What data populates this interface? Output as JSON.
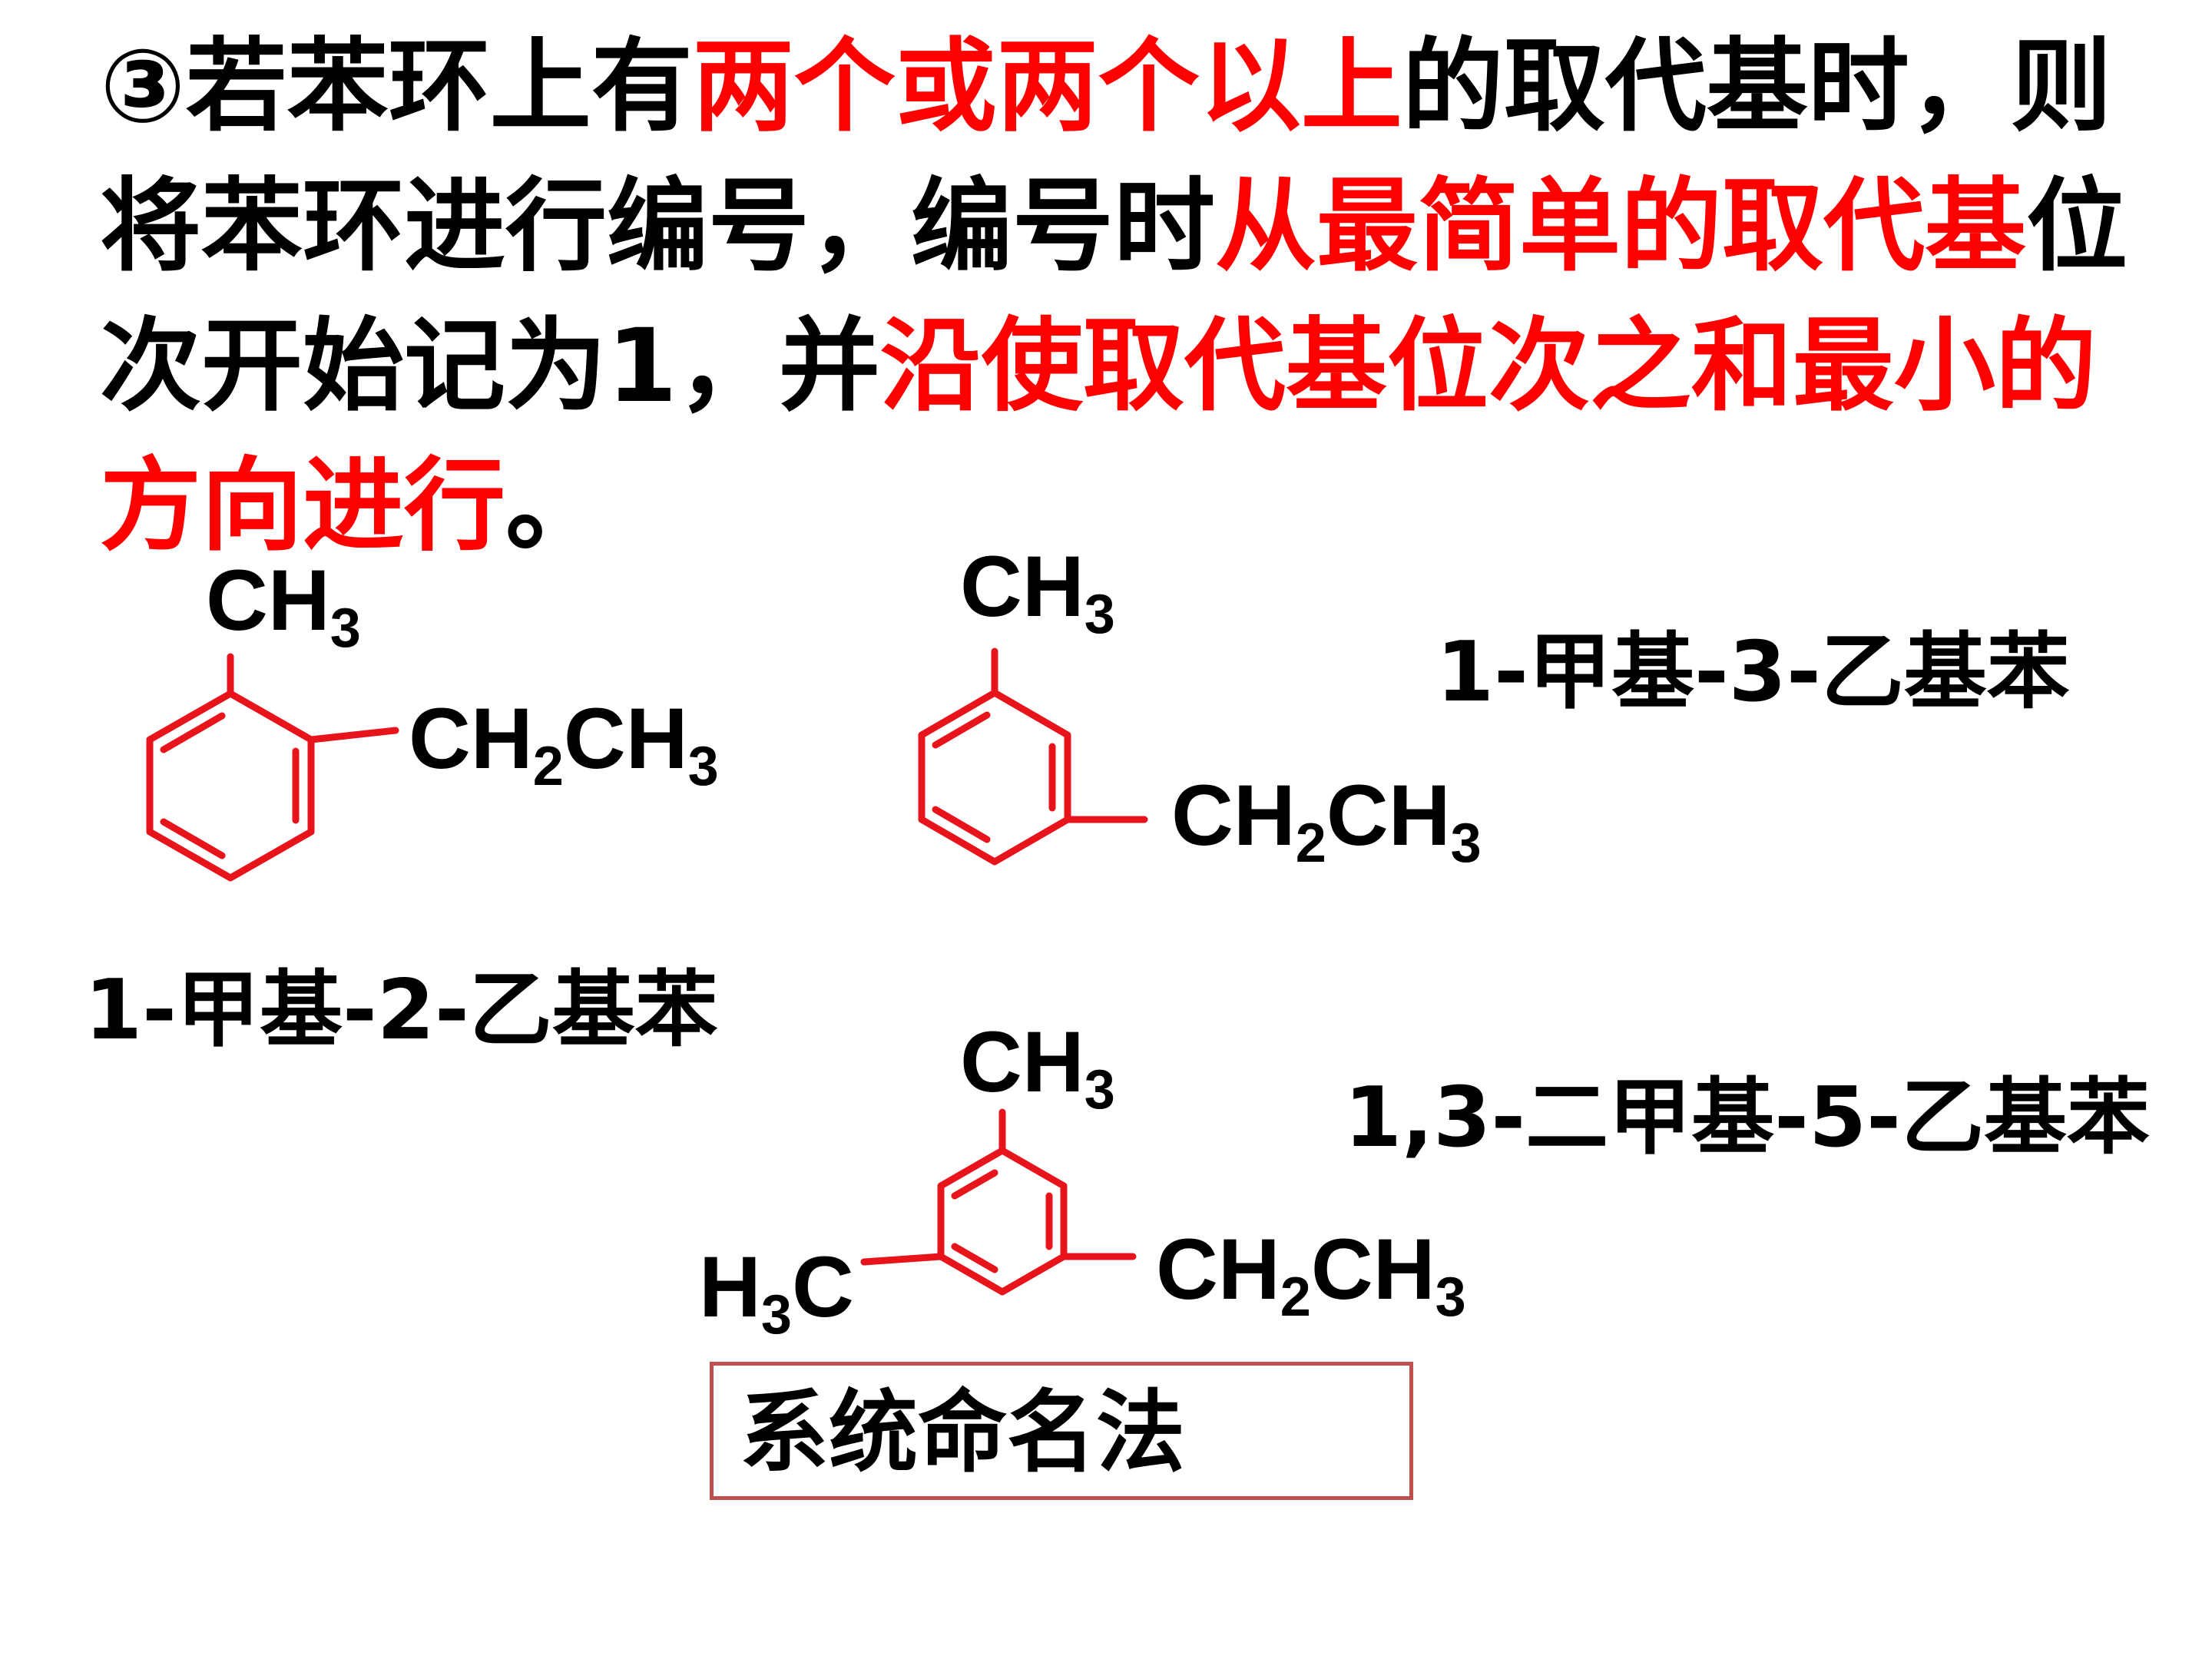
{
  "rule": {
    "segments": [
      {
        "text": "③若苯环上有",
        "color": "black"
      },
      {
        "text": "两个或两个以上",
        "color": "red"
      },
      {
        "text": "的取代基时，则将苯环进行编号，编号时",
        "color": "black"
      },
      {
        "text": "从最简单的取代基",
        "color": "red"
      },
      {
        "text": "位次开始记为1，并",
        "color": "black"
      },
      {
        "text": "沿使取代基位次之和最小的方向进行",
        "color": "red"
      },
      {
        "text": "。",
        "color": "black"
      }
    ]
  },
  "colors": {
    "highlight": "#ff0000",
    "ring": "#e8141b",
    "box_border": "#c0504d"
  },
  "structures": {
    "s1": {
      "methyl": {
        "main": "CH",
        "sub": "3"
      },
      "ethyl": {
        "a": "CH",
        "b": "2",
        "c": "CH",
        "d": "3"
      },
      "name": "1-甲基-2-乙基苯"
    },
    "s2": {
      "methyl": {
        "main": "CH",
        "sub": "3"
      },
      "ethyl": {
        "a": "CH",
        "b": "2",
        "c": "CH",
        "d": "3"
      },
      "name": "1-甲基-3-乙基苯"
    },
    "s3": {
      "methyl_top": {
        "main": "CH",
        "sub": "3"
      },
      "methyl_left": {
        "a": "H",
        "b": "3",
        "c": "C"
      },
      "ethyl": {
        "a": "CH",
        "b": "2",
        "c": "CH",
        "d": "3"
      },
      "name": "1,3-二甲基-5-乙基苯"
    }
  },
  "method_label": "系统命名法"
}
